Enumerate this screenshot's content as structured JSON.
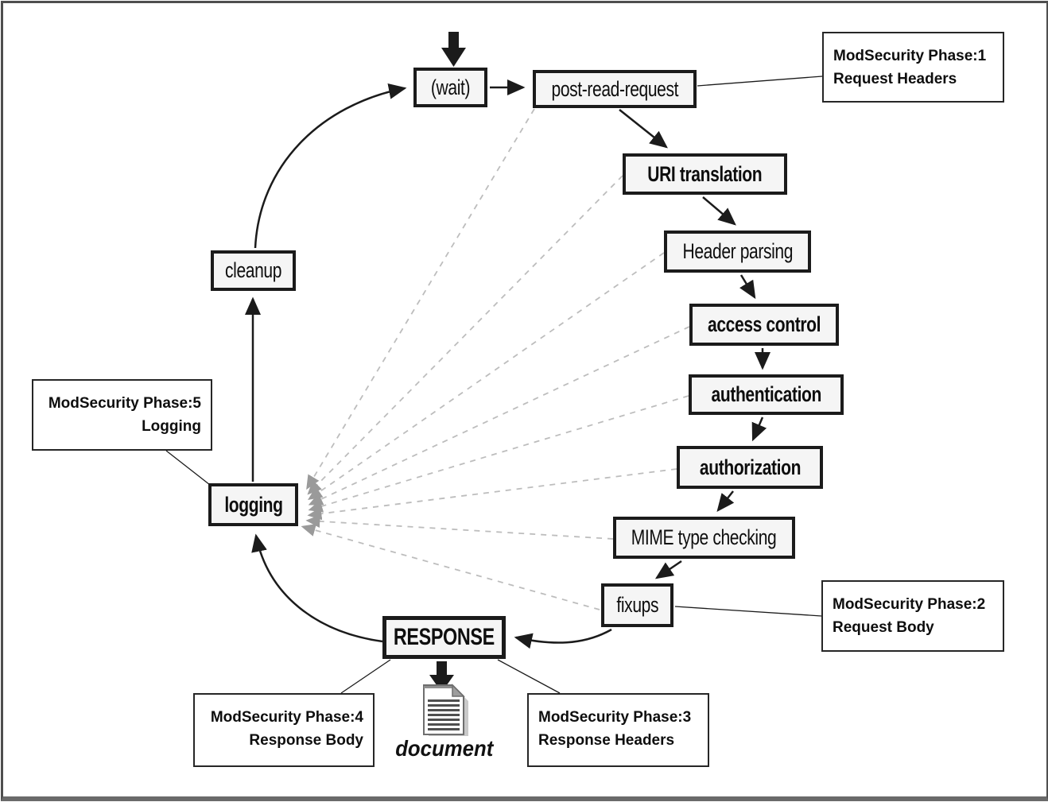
{
  "diagram": {
    "nodes": [
      {
        "id": "wait",
        "label": "(wait)"
      },
      {
        "id": "post-read-request",
        "label": "post-read-request"
      },
      {
        "id": "uri-translation",
        "label": "URI translation"
      },
      {
        "id": "header-parsing",
        "label": "Header parsing"
      },
      {
        "id": "access-control",
        "label": "access control"
      },
      {
        "id": "authentication",
        "label": "authentication"
      },
      {
        "id": "authorization",
        "label": "authorization"
      },
      {
        "id": "mime-type-checking",
        "label": "MIME type checking"
      },
      {
        "id": "fixups",
        "label": "fixups"
      },
      {
        "id": "response",
        "label": "RESPONSE"
      },
      {
        "id": "logging",
        "label": "logging"
      },
      {
        "id": "cleanup",
        "label": "cleanup"
      }
    ],
    "callouts": [
      {
        "id": "phase-1",
        "line1": "ModSecurity Phase:1",
        "line2": "Request Headers"
      },
      {
        "id": "phase-2",
        "line1": "ModSecurity Phase:2",
        "line2": "Request Body"
      },
      {
        "id": "phase-3",
        "line1": "ModSecurity Phase:3",
        "line2": "Response Headers"
      },
      {
        "id": "phase-4",
        "line1": "ModSecurity Phase:4",
        "line2": "Response Body"
      },
      {
        "id": "phase-5",
        "line1": "ModSecurity Phase:5",
        "line2": "Logging"
      }
    ],
    "document_label": "document",
    "icons": {
      "document": "page-with-folded-corner"
    },
    "colors": {
      "node_border": "#1b1b1b",
      "node_fill": "#f5f5f5",
      "callout_border": "#262626",
      "callout_fill": "#ffffff",
      "arrow": "#1b1b1b",
      "dashed_line": "#bdbdbd",
      "dashed_arrowhead": "#9a9a9a",
      "frame_border": "#5a5a5a"
    }
  }
}
